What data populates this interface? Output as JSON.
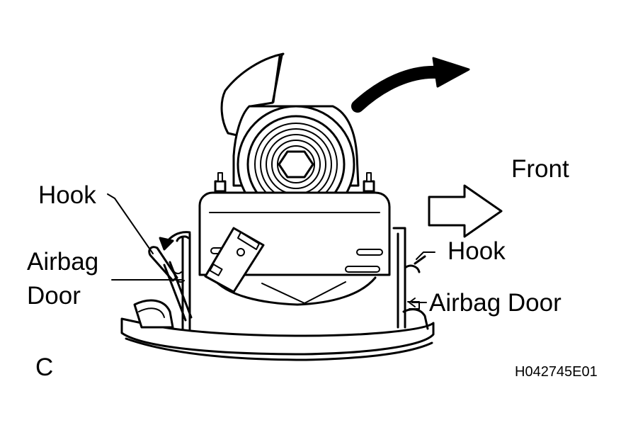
{
  "labels": {
    "front": "Front",
    "hook_left": "Hook",
    "airbag_left_line1": "Airbag",
    "airbag_left_line2": "Door",
    "hook_right": "Hook",
    "airbag_right": "Airbag Door",
    "view": "C",
    "figure_code": "H042745E01"
  },
  "colors": {
    "ink": "#000000",
    "paper": "#ffffff"
  }
}
